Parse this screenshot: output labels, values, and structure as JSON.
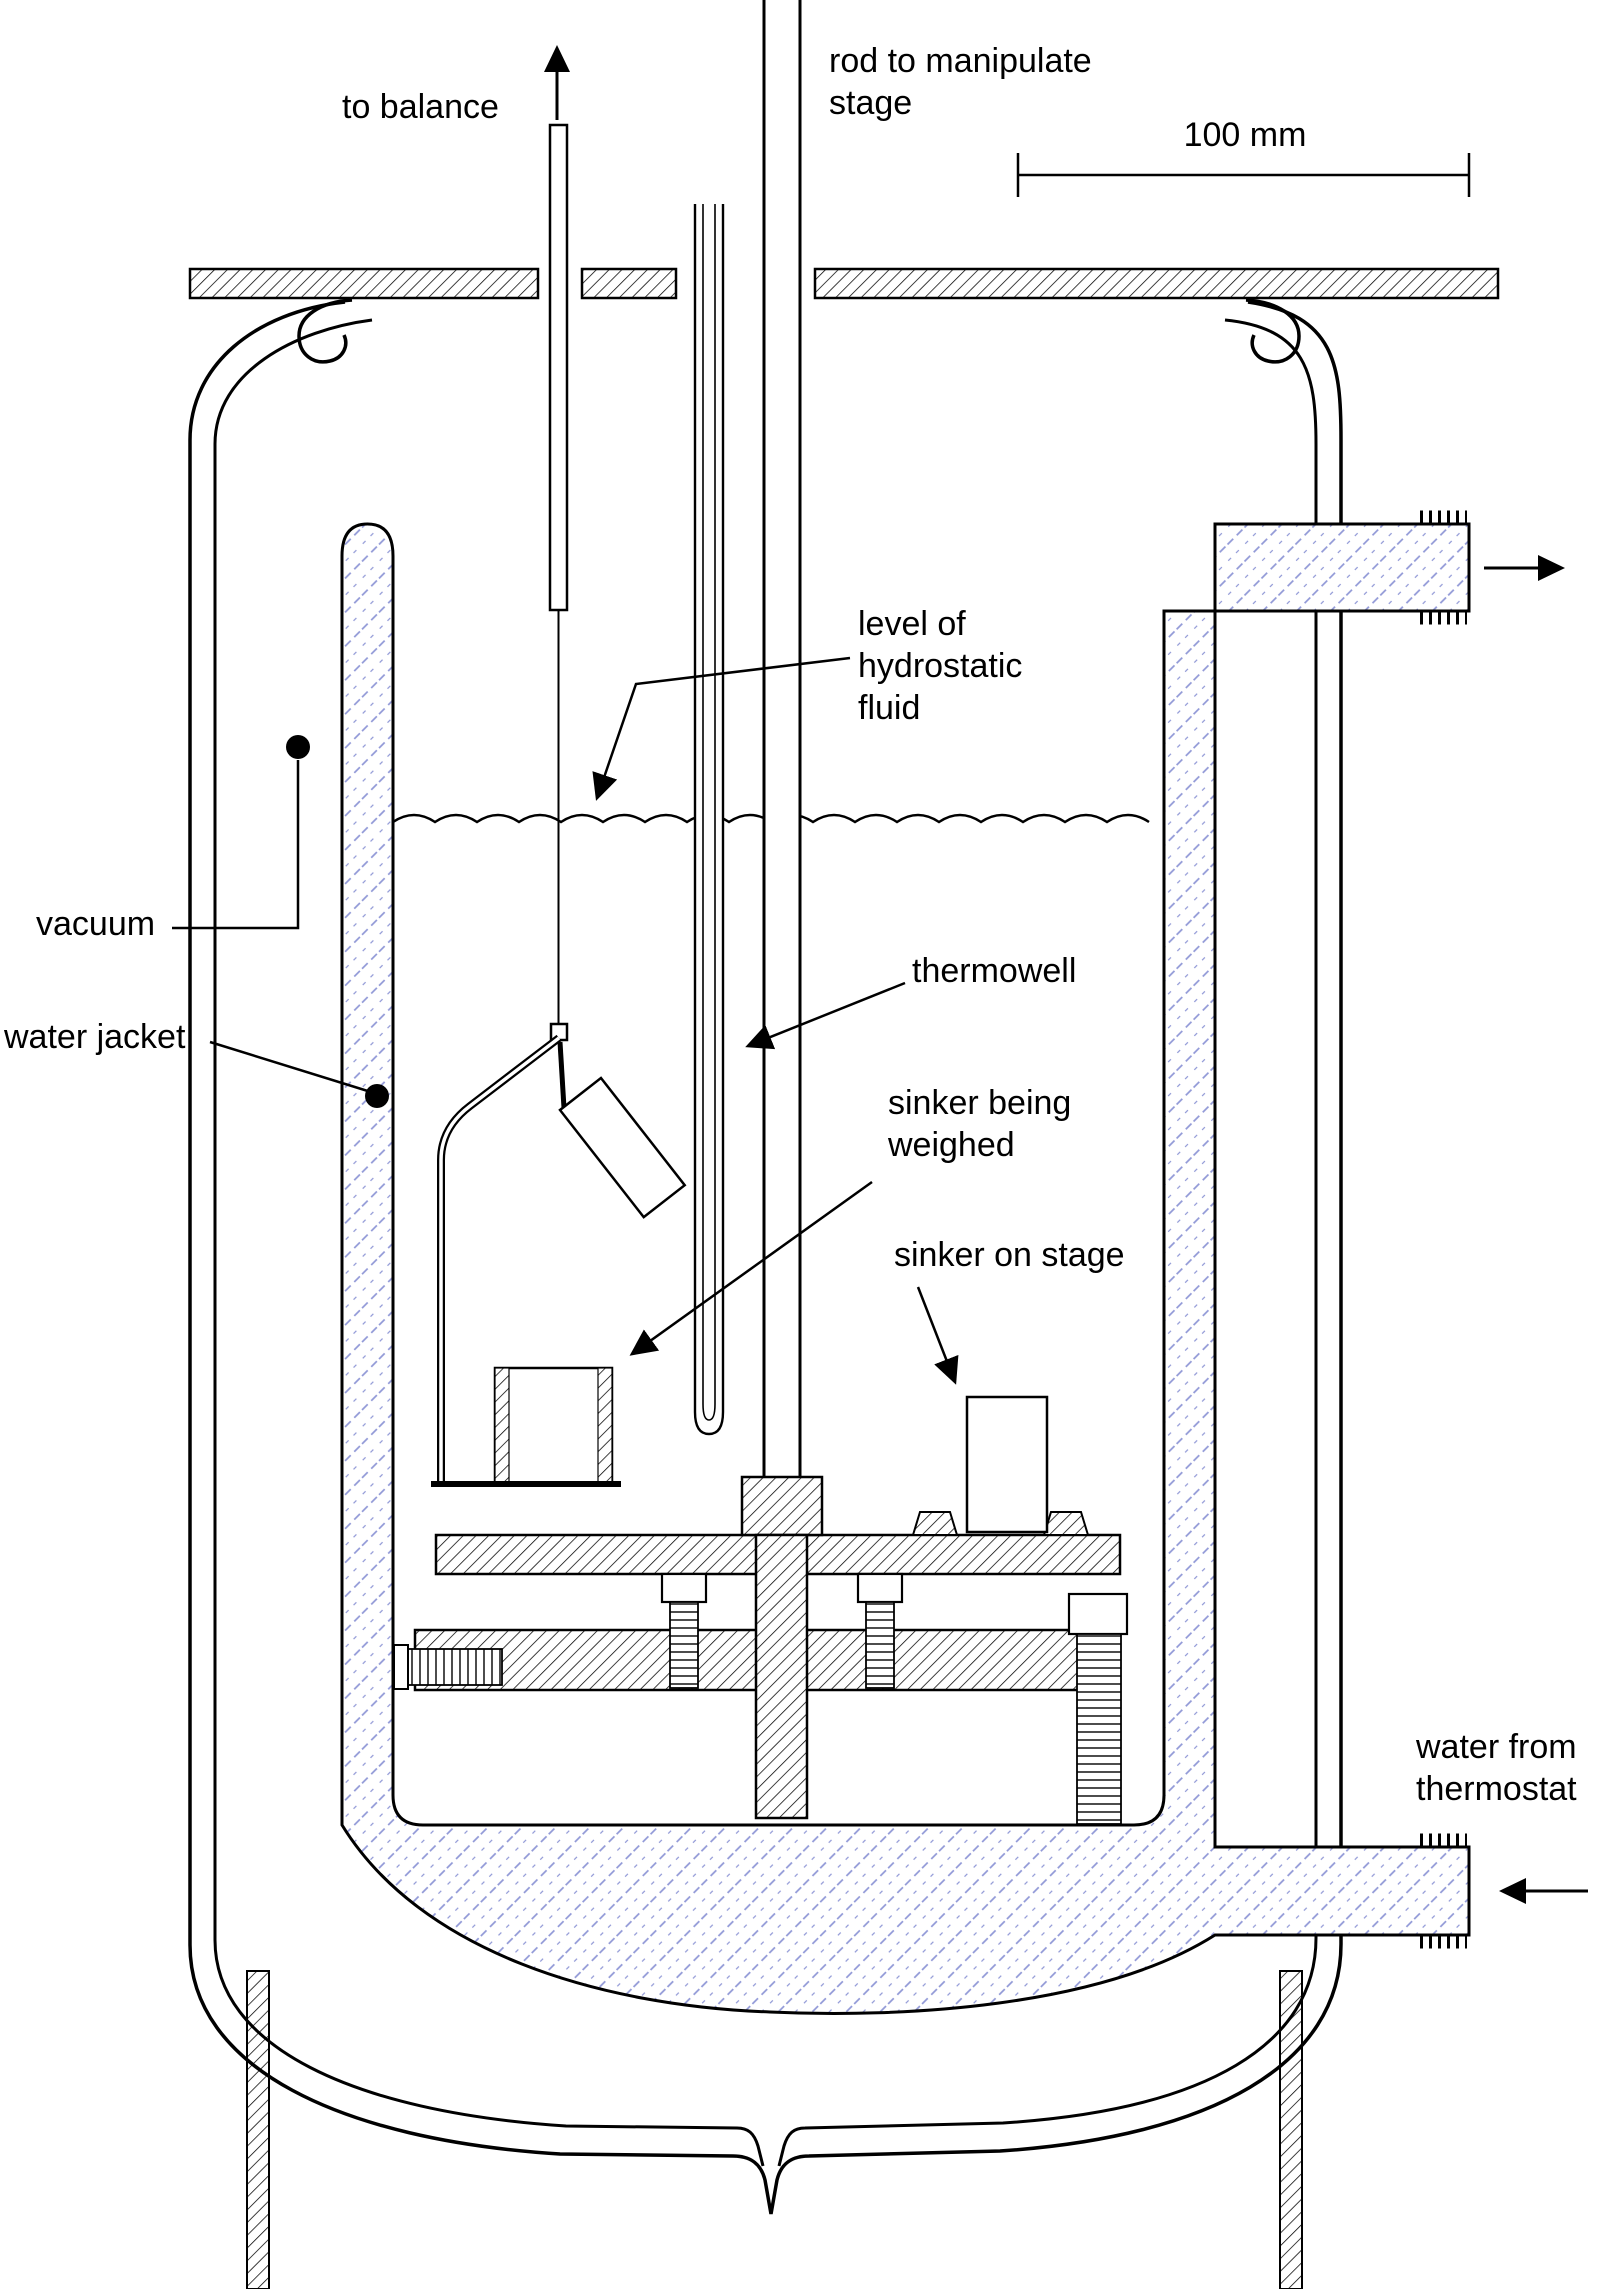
{
  "colors": {
    "line": "#000000",
    "water_hatch": "#8f97d6",
    "background": "#ffffff"
  },
  "scale_bar": {
    "label": "100 mm"
  },
  "annotations": {
    "to_balance": "to balance",
    "rod_line1": "rod to manipulate",
    "rod_line2": "stage",
    "level_line1": "level of",
    "level_line2": "hydrostatic",
    "level_line3": "fluid",
    "vacuum": "vacuum",
    "water_jacket": "water jacket",
    "thermowell": "thermowell",
    "sinker_weighed_line1": "sinker being",
    "sinker_weighed_line2": "weighed",
    "sinker_stage": "sinker on stage",
    "water_thermostat_line1": "water from",
    "water_thermostat_line2": "thermostat"
  }
}
